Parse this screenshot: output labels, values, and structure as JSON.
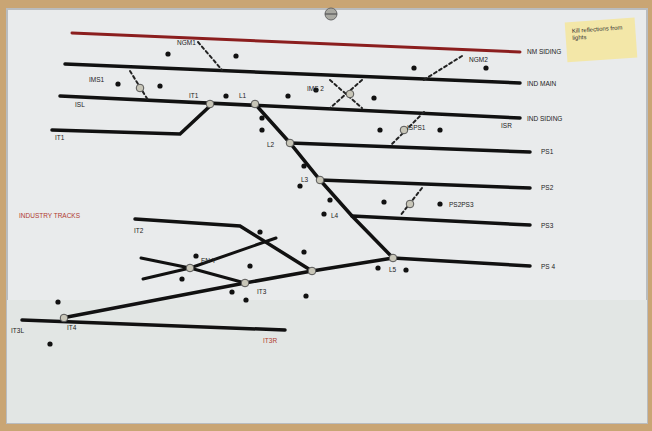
{
  "diagram": {
    "labels": [
      "NGM1",
      "NGM2",
      "NM SIDING",
      "IND MAIN",
      "IMS1",
      "ISL",
      "IT1",
      "L1",
      "IMS 2",
      "IND SIDING",
      "ISR",
      "ISPS1",
      "IT1",
      "L2",
      "PS1",
      "L3",
      "PS2",
      "PS2PS3",
      "L4",
      "PS3",
      "INDUSTRY TRACKS",
      "IT2",
      "EN Y",
      "L5",
      "PS 4",
      "IT3",
      "IT3L",
      "IT4",
      "IT3R",
      "Kill reflections from lights"
    ]
  }
}
